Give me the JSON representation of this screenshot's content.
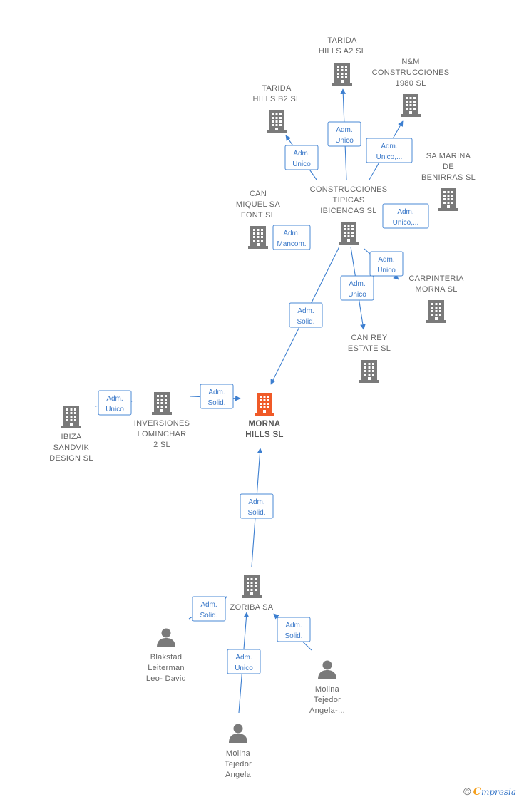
{
  "colors": {
    "company": "#7a7a7a",
    "main_company": "#f05a28",
    "person": "#7a7a7a",
    "edge": "#3d7fd0"
  },
  "nodes": [
    {
      "id": "morna",
      "type": "company",
      "main": true,
      "label": [
        "MORNA",
        "HILLS  SL"
      ]
    },
    {
      "id": "constructiones",
      "type": "company",
      "label": [
        "CONSTRUCCIONES",
        "TIPICAS",
        "IBICENCAS SL"
      ]
    },
    {
      "id": "tarida_a2",
      "type": "company",
      "label": [
        "TARIDA",
        "HILLS A2  SL"
      ]
    },
    {
      "id": "tarida_b2",
      "type": "company",
      "label": [
        "TARIDA",
        "HILLS B2  SL"
      ]
    },
    {
      "id": "nm",
      "type": "company",
      "label": [
        "N&M",
        "CONSTRUCCIONES",
        "1980  SL"
      ]
    },
    {
      "id": "samarina",
      "type": "company",
      "label": [
        "SA MARINA",
        "DE",
        "BENIRRAS  SL"
      ]
    },
    {
      "id": "canmiquel",
      "type": "company",
      "label": [
        "CAN",
        "MIQUEL SA",
        "FONT  SL"
      ]
    },
    {
      "id": "carpinteria",
      "type": "company",
      "label": [
        "CARPINTERIA",
        "MORNA  SL"
      ]
    },
    {
      "id": "canrey",
      "type": "company",
      "label": [
        "CAN REY",
        "ESTATE  SL"
      ]
    },
    {
      "id": "inversiones",
      "type": "company",
      "label": [
        "INVERSIONES",
        "LOMINCHAR",
        "2  SL"
      ]
    },
    {
      "id": "ibiza",
      "type": "company",
      "label": [
        "IBIZA",
        "SANDVIK",
        "DESIGN  SL"
      ]
    },
    {
      "id": "zoriba",
      "type": "company",
      "label": [
        "ZORIBA SA"
      ]
    },
    {
      "id": "blakstad",
      "type": "person",
      "label": [
        "Blakstad",
        "Leiterman",
        "Leo- David"
      ]
    },
    {
      "id": "molina2",
      "type": "person",
      "label": [
        "Molina",
        "Tejedor",
        "Angela-..."
      ]
    },
    {
      "id": "molina1",
      "type": "person",
      "label": [
        "Molina",
        "Tejedor",
        "Angela"
      ]
    }
  ],
  "edges": [
    {
      "label": [
        "Adm.",
        "Unico"
      ]
    },
    {
      "label": [
        "Adm.",
        "Unico"
      ]
    },
    {
      "label": [
        "Adm.",
        "Unico,..."
      ]
    },
    {
      "label": [
        "Adm.",
        "Unico,..."
      ]
    },
    {
      "label": [
        "Adm.",
        "Mancom."
      ]
    },
    {
      "label": [
        "Adm.",
        "Unico"
      ]
    },
    {
      "label": [
        "Adm.",
        "Unico"
      ]
    },
    {
      "label": [
        "Adm.",
        "Solid."
      ]
    },
    {
      "label": [
        "Adm.",
        "Solid."
      ]
    },
    {
      "label": [
        "Adm.",
        "Unico"
      ]
    },
    {
      "label": [
        "Adm.",
        "Solid."
      ]
    },
    {
      "label": [
        "Adm.",
        "Solid."
      ]
    },
    {
      "label": [
        "Adm.",
        "Solid."
      ]
    },
    {
      "label": [
        "Adm.",
        "Unico"
      ]
    }
  ],
  "footer": {
    "copyright": "©",
    "brand_initial": "C",
    "brand_rest": "mpresia"
  }
}
